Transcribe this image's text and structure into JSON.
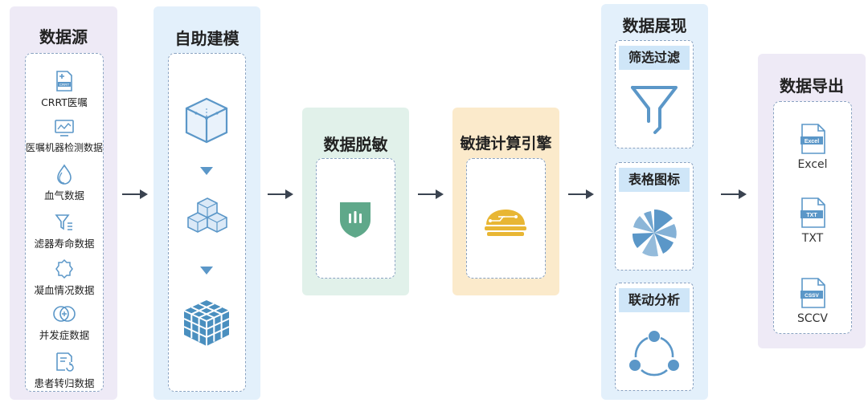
{
  "sources": {
    "title": "数据源",
    "items": [
      {
        "label": "CRRT医嘱",
        "icon": "crrt-document-icon",
        "badge": "CRRT"
      },
      {
        "label": "医嘱机器检测数据",
        "icon": "monitor-chart-icon"
      },
      {
        "label": "血气数据",
        "icon": "blood-drop-icon"
      },
      {
        "label": "滤器寿命数据",
        "icon": "filter-funnel-icon"
      },
      {
        "label": "凝血情况数据",
        "icon": "coagulation-gear-icon"
      },
      {
        "label": "并发症数据",
        "icon": "complication-circles-icon"
      },
      {
        "label": "患者转归数据",
        "icon": "patient-record-icon"
      }
    ]
  },
  "modeling": {
    "title": "自助建模"
  },
  "masking": {
    "title": "数据脱敏"
  },
  "engine": {
    "title": "敏捷计算引擎"
  },
  "display": {
    "title": "数据展现",
    "items": [
      {
        "label": "筛选过滤",
        "icon": "funnel-icon"
      },
      {
        "label": "表格图标",
        "icon": "radial-chart-icon"
      },
      {
        "label": "联动分析",
        "icon": "linked-nodes-icon"
      }
    ]
  },
  "export": {
    "title": "数据导出",
    "items": [
      {
        "label": "Excel",
        "badge": "Excel",
        "icon": "excel-file-icon"
      },
      {
        "label": "TXT",
        "badge": "TXT",
        "icon": "txt-file-icon"
      },
      {
        "label": "SCCV",
        "badge": "CSSV",
        "icon": "csv-file-icon"
      }
    ]
  },
  "colors": {
    "source_panel": "#eeeaf6",
    "modeling_panel": "#e3f0fb",
    "masking_panel": "#e1f1ea",
    "engine_panel": "#fbeacb",
    "display_panel": "#e3f0fb",
    "export_panel": "#eeeaf6",
    "icon_blue": "#5b97c8",
    "masking_green": "#5fa88a",
    "engine_gold": "#e8b634",
    "arrow": "#3a4350"
  }
}
